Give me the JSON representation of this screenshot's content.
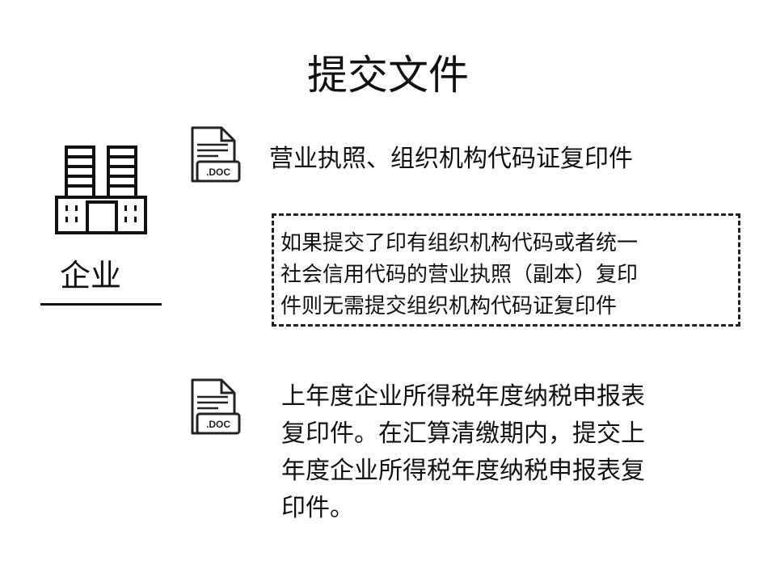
{
  "title": "提交文件",
  "entity": {
    "label": "企业",
    "icon": "building-icon"
  },
  "items": [
    {
      "icon": "doc-file-icon",
      "icon_label": ".DOC",
      "text": "营业执照、组织机构代码证复印件"
    },
    {
      "icon": "doc-file-icon",
      "icon_label": ".DOC",
      "text": "上年度企业所得税年度纳税申报表\n复印件。在汇算清缴期内，提交上\n年度企业所得税年度纳税申报表复\n印件。"
    }
  ],
  "note": "如果提交了印有组织机构代码或者统一\n社会信用代码的营业执照（副本）复印\n件则无需提交组织机构代码证复印件"
}
